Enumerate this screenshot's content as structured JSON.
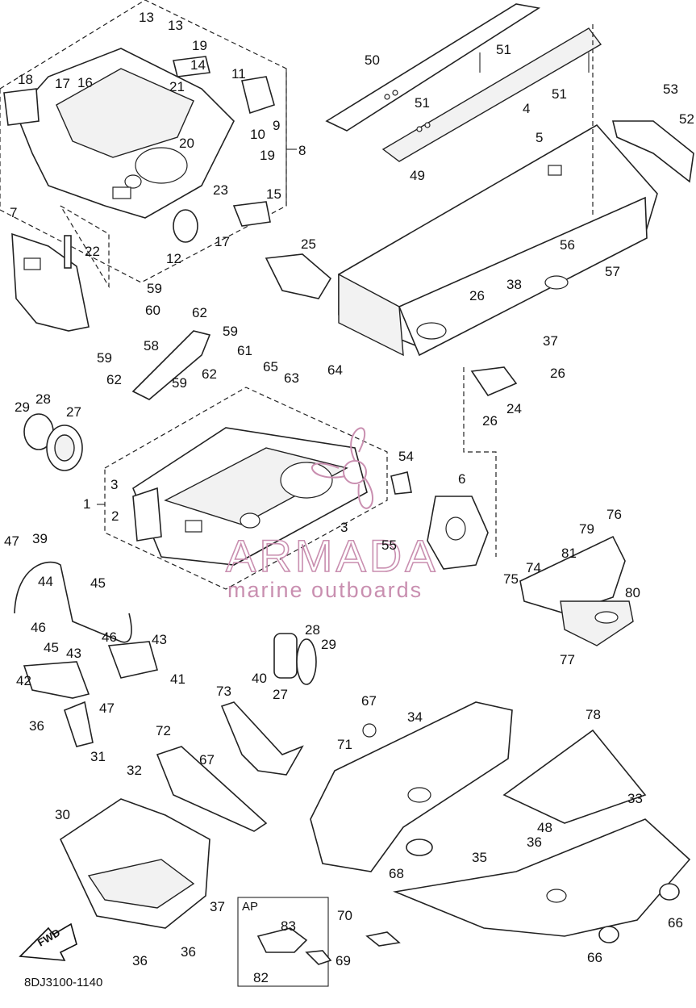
{
  "diagram_code": "8DJ3100-1140",
  "watermark": {
    "brand": "ARMADA",
    "tagline": "marine outboards"
  },
  "inset": {
    "label": "AP",
    "parts": [
      "83",
      "82"
    ]
  },
  "fwd_label": "FWD",
  "callouts": [
    "13",
    "13",
    "19",
    "14",
    "11",
    "18",
    "17",
    "16",
    "21",
    "9",
    "10",
    "20",
    "19",
    "8",
    "23",
    "15",
    "17",
    "12",
    "7",
    "22",
    "25",
    "50",
    "51",
    "51",
    "51",
    "49",
    "4",
    "5",
    "53",
    "52",
    "56",
    "57",
    "26",
    "38",
    "37",
    "26",
    "24",
    "26",
    "59",
    "60",
    "62",
    "59",
    "61",
    "58",
    "62",
    "59",
    "62",
    "59",
    "65",
    "63",
    "64",
    "29",
    "28",
    "27",
    "3",
    "1",
    "2",
    "3",
    "54",
    "55",
    "6",
    "47",
    "39",
    "44",
    "45",
    "46",
    "45",
    "43",
    "46",
    "42",
    "43",
    "41",
    "47",
    "40",
    "27",
    "28",
    "29",
    "81",
    "79",
    "76",
    "75",
    "74",
    "80",
    "77",
    "36",
    "31",
    "73",
    "67",
    "34",
    "71",
    "72",
    "67",
    "32",
    "30",
    "37",
    "68",
    "78",
    "33",
    "48",
    "36",
    "35",
    "70",
    "69",
    "66",
    "66",
    "36",
    "36",
    "83",
    "82"
  ]
}
